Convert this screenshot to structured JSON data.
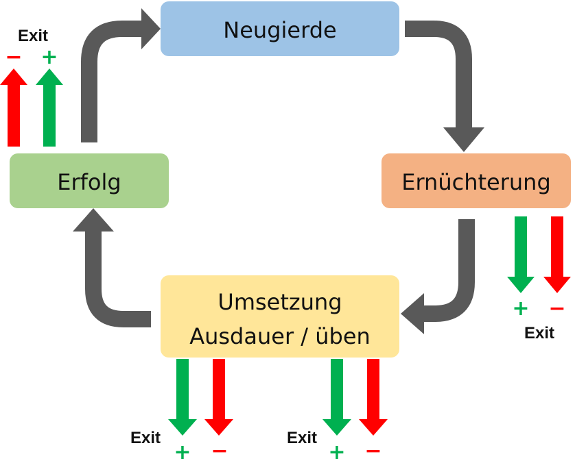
{
  "nodes": {
    "neugierde": {
      "label": "Neugierde",
      "color": "#9dc3e6"
    },
    "ernuechterung": {
      "label": "Ernüchterung",
      "color": "#f4b183"
    },
    "umsetzung": {
      "line1": "Umsetzung",
      "line2": "Ausdauer / üben",
      "color": "#ffe699"
    },
    "erfolg": {
      "label": "Erfolg",
      "color": "#a9d18e"
    }
  },
  "exits": {
    "label": "Exit",
    "plus": "+",
    "minus": "−"
  },
  "colors": {
    "cycle_arrow": "#595959",
    "exit_plus": "#00b050",
    "exit_minus": "#ff0000"
  }
}
